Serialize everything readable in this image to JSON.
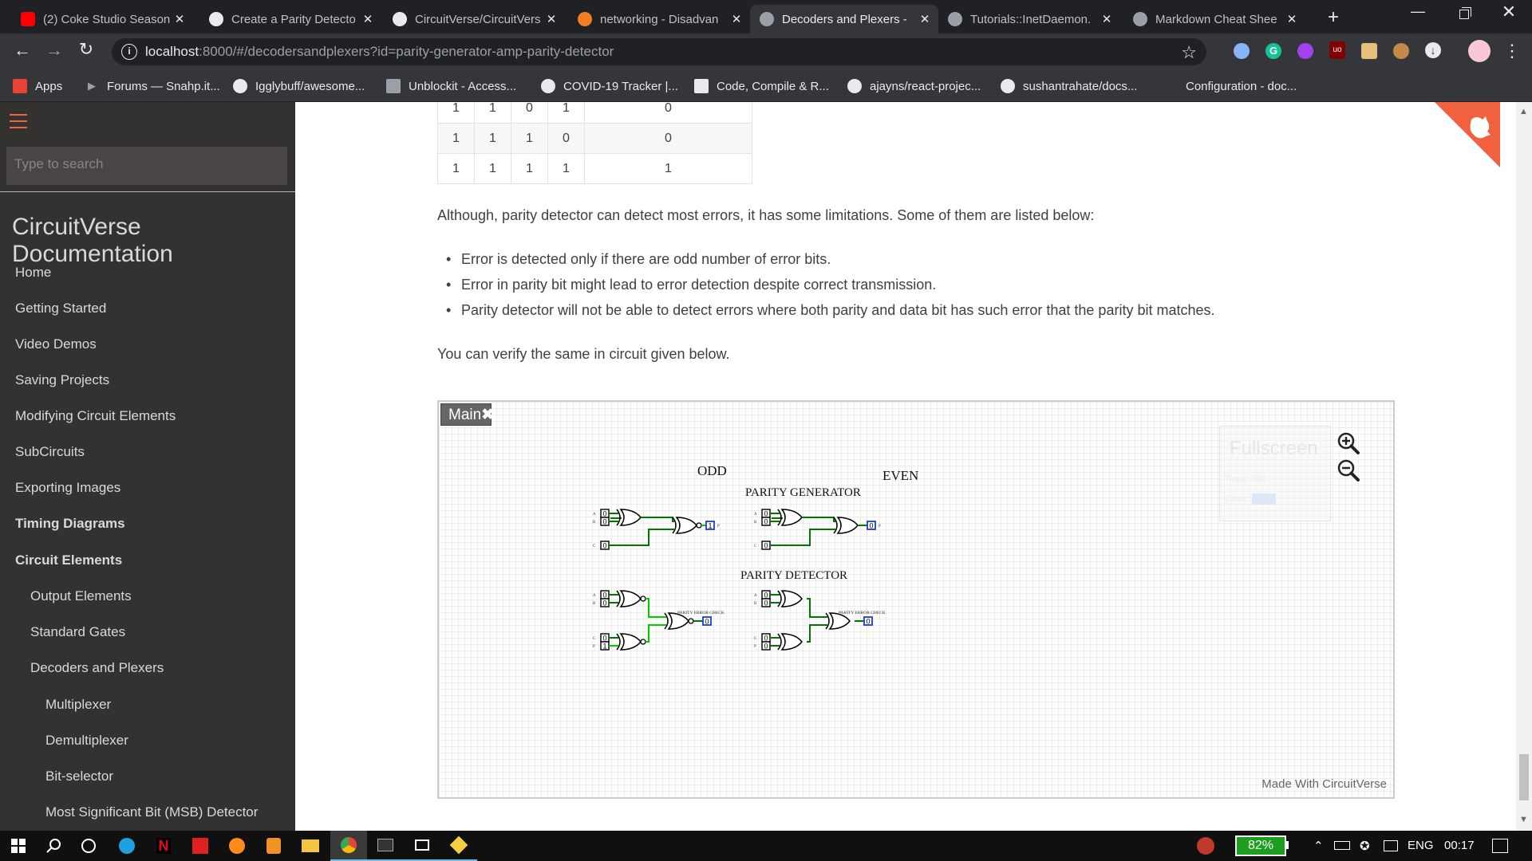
{
  "browser": {
    "tabs": [
      {
        "title": "(2) Coke Studio Season",
        "icon": "youtube-icon",
        "active": false
      },
      {
        "title": "Create a Parity Detecto",
        "icon": "github-icon",
        "active": false
      },
      {
        "title": "CircuitVerse/CircuitVers",
        "icon": "github-icon",
        "active": false
      },
      {
        "title": "networking - Disadvan",
        "icon": "stackoverflow-icon",
        "active": false
      },
      {
        "title": "Decoders and Plexers -",
        "icon": "globe-icon",
        "active": true
      },
      {
        "title": "Tutorials::InetDaemon.",
        "icon": "cap-icon",
        "active": false
      },
      {
        "title": "Markdown Cheat Shee",
        "icon": "globe-icon",
        "active": false
      }
    ],
    "url_host": "localhost",
    "url_rest": ":8000/#/decodersandplexers?id=parity-generator-amp-parity-detector",
    "bookmarks": [
      {
        "label": "Apps",
        "icon": "apps-grid-icon"
      },
      {
        "label": "Forums — Snahp.it...",
        "icon": "play-icon"
      },
      {
        "label": "Igglybuff/awesome...",
        "icon": "github-icon"
      },
      {
        "label": "Unblockit - Access...",
        "icon": "ub-icon"
      },
      {
        "label": "COVID-19 Tracker |...",
        "icon": "covid-icon"
      },
      {
        "label": "Code, Compile & R...",
        "icon": "cc-icon"
      },
      {
        "label": "ajayns/react-projec...",
        "icon": "github-icon"
      },
      {
        "label": "sushantrahate/docs...",
        "icon": "github-icon"
      },
      {
        "label": "Configuration - doc...",
        "icon": "blank-icon"
      }
    ]
  },
  "sidebar": {
    "search_placeholder": "Type to search",
    "brand": "CircuitVerse Documentation",
    "items": [
      {
        "label": "Home",
        "level": 0,
        "bold": false
      },
      {
        "label": "Getting Started",
        "level": 0,
        "bold": false
      },
      {
        "label": "Video Demos",
        "level": 0,
        "bold": false
      },
      {
        "label": "Saving Projects",
        "level": 0,
        "bold": false
      },
      {
        "label": "Modifying Circuit Elements",
        "level": 0,
        "bold": false
      },
      {
        "label": "SubCircuits",
        "level": 0,
        "bold": false
      },
      {
        "label": "Exporting Images",
        "level": 0,
        "bold": false
      },
      {
        "label": "Timing Diagrams",
        "level": 0,
        "bold": true
      },
      {
        "label": "Circuit Elements",
        "level": 0,
        "bold": true
      },
      {
        "label": "Output Elements",
        "level": 1,
        "bold": false
      },
      {
        "label": "Standard Gates",
        "level": 1,
        "bold": false
      },
      {
        "label": "Decoders and Plexers",
        "level": 1,
        "bold": false
      },
      {
        "label": "Multiplexer",
        "level": 2,
        "bold": false
      },
      {
        "label": "Demultiplexer",
        "level": 2,
        "bold": false
      },
      {
        "label": "Bit-selector",
        "level": 2,
        "bold": false
      },
      {
        "label": "Most Significant Bit (MSB) Detector",
        "level": 2,
        "bold": false
      }
    ]
  },
  "content": {
    "table_rows": [
      [
        "1",
        "1",
        "0",
        "1",
        "0"
      ],
      [
        "1",
        "1",
        "1",
        "0",
        "0"
      ],
      [
        "1",
        "1",
        "1",
        "1",
        "1"
      ]
    ],
    "para1": "Although, parity detector can detect most errors, it has some limitations. Some of them are listed below:",
    "bullets": [
      "Error is detected only if there are odd number of error bits.",
      "Error in parity bit might lead to error detection despite correct transmission.",
      "Parity detector will not be able to detect errors where both parity and data bit has such error that the parity bit matches."
    ],
    "para2": "You can verify the same in circuit given below."
  },
  "circuit": {
    "tab_label": "Main",
    "fullscreen_label": "Fullscreen",
    "timer_label": "Timer:",
    "timer_value": "500",
    "clock_label": "Clock:",
    "odd_label": "ODD",
    "even_label": "EVEN",
    "gen_label": "PARITY GENERATOR",
    "det_label": "PARITY DETECTOR",
    "check_label": "PARITY ERROR CHECK",
    "footer": "Made With CircuitVerse",
    "gen_odd": {
      "a": "0",
      "b": "0",
      "c": "0",
      "p": "1"
    },
    "gen_even": {
      "a": "0",
      "b": "0",
      "c": "0",
      "p": "0"
    },
    "det_odd": {
      "a": "0",
      "b": "0",
      "c": "0",
      "p": "1",
      "out": "0"
    },
    "det_even": {
      "a": "0",
      "b": "0",
      "c": "0",
      "p": "0",
      "out": "0"
    },
    "wire_on": "#00cc00",
    "wire_off": "#007700"
  },
  "taskbar": {
    "battery": "82%",
    "language": "ENG",
    "time": "00:17"
  },
  "colors": {
    "sidebar_bg": "#343131",
    "accent": "#f0613f",
    "text": "#404040"
  }
}
